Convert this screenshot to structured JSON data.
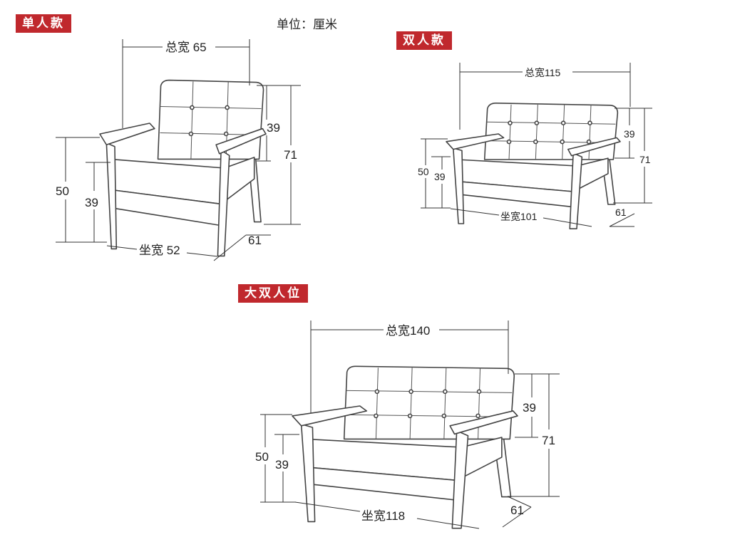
{
  "unit_label": "单位：厘米",
  "colors": {
    "tag_bg": "#c0282d",
    "tag_text": "#ffffff",
    "line": "#333333"
  },
  "models": [
    {
      "tag": "单人款",
      "total_width": "总宽 65",
      "back_height": "39",
      "total_height": "71",
      "arm_height": "50",
      "seat_height": "39",
      "seat_width": "坐宽 52",
      "depth": "61"
    },
    {
      "tag": "双人款",
      "total_width": "总宽115",
      "back_height": "39",
      "total_height": "71",
      "arm_height": "50",
      "seat_height": "39",
      "seat_width": "坐宽101",
      "depth": "61"
    },
    {
      "tag": "大双人位",
      "total_width": "总宽140",
      "back_height": "39",
      "total_height": "71",
      "arm_height": "50",
      "seat_height": "39",
      "seat_width": "坐宽118",
      "depth": "61"
    }
  ]
}
